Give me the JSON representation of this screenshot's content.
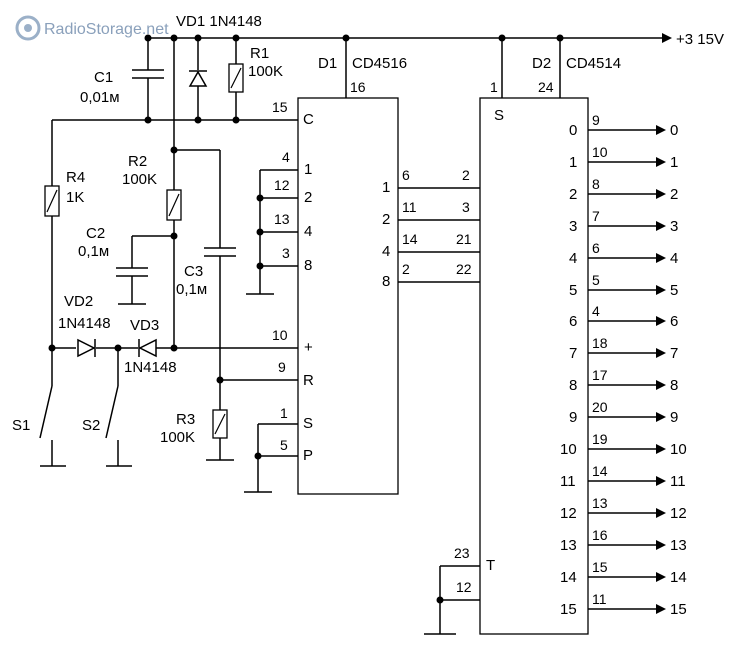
{
  "watermark": {
    "brand": "RadioStorage.net"
  },
  "supply": {
    "label": "+3   15V"
  },
  "chips": {
    "d1": {
      "ref": "D1",
      "part": "CD4516",
      "pin_vdd": "16"
    },
    "d2": {
      "ref": "D2",
      "part": "CD4514",
      "pin_vdd": "24",
      "pin_s": "1"
    }
  },
  "components": {
    "vd1": "VD1 1N4148",
    "r1": {
      "ref": "R1",
      "value": "100K"
    },
    "c1": {
      "ref": "C1",
      "value": "0,01м"
    },
    "r2": {
      "ref": "R2",
      "value": "100K"
    },
    "c2": {
      "ref": "C2",
      "value": "0,1м"
    },
    "c3": {
      "ref": "C3",
      "value": "0,1м"
    },
    "r3": {
      "ref": "R3",
      "value": "100K"
    },
    "r4": {
      "ref": "R4",
      "value": "1K"
    },
    "vd2": {
      "ref": "VD2",
      "part": "1N4148"
    },
    "vd3": {
      "ref": "VD3",
      "part": "1N4148"
    },
    "s1": "S1",
    "s2": "S2"
  },
  "d1_pins": {
    "c": {
      "num": "15",
      "label": "C"
    },
    "plus": {
      "num": "10",
      "label": "+"
    },
    "r": {
      "num": "9",
      "label": "R"
    },
    "s": {
      "num": "1",
      "label": "S"
    },
    "p": {
      "num": "5",
      "label": "P"
    },
    "left_inputs": [
      {
        "num": "4",
        "label": "1"
      },
      {
        "num": "12",
        "label": "2"
      },
      {
        "num": "13",
        "label": "4"
      },
      {
        "num": "3",
        "label": "8"
      }
    ],
    "outputs": [
      {
        "label": "1",
        "num": "6"
      },
      {
        "label": "2",
        "num": "11"
      },
      {
        "label": "4",
        "num": "14"
      },
      {
        "label": "8",
        "num": "2"
      }
    ]
  },
  "d2_pins": {
    "s_label": "S",
    "inputs": [
      {
        "num": "2",
        "label": "1"
      },
      {
        "num": "3",
        "label": "2"
      },
      {
        "num": "21",
        "label": "4"
      },
      {
        "num": "22",
        "label": "8"
      }
    ],
    "t": {
      "num": "23",
      "label": "T"
    },
    "pin12": "12",
    "outputs": [
      {
        "label": "0",
        "pin": "9",
        "out": "0"
      },
      {
        "label": "1",
        "pin": "10",
        "out": "1"
      },
      {
        "label": "2",
        "pin": "8",
        "out": "2"
      },
      {
        "label": "3",
        "pin": "7",
        "out": "3"
      },
      {
        "label": "4",
        "pin": "6",
        "out": "4"
      },
      {
        "label": "5",
        "pin": "5",
        "out": "5"
      },
      {
        "label": "6",
        "pin": "4",
        "out": "6"
      },
      {
        "label": "7",
        "pin": "18",
        "out": "7"
      },
      {
        "label": "8",
        "pin": "17",
        "out": "8"
      },
      {
        "label": "9",
        "pin": "20",
        "out": "9"
      },
      {
        "label": "10",
        "pin": "19",
        "out": "10"
      },
      {
        "label": "11",
        "pin": "14",
        "out": "11"
      },
      {
        "label": "12",
        "pin": "13",
        "out": "12"
      },
      {
        "label": "13",
        "pin": "16",
        "out": "13"
      },
      {
        "label": "14",
        "pin": "15",
        "out": "14"
      },
      {
        "label": "15",
        "pin": "11",
        "out": "15"
      }
    ]
  }
}
